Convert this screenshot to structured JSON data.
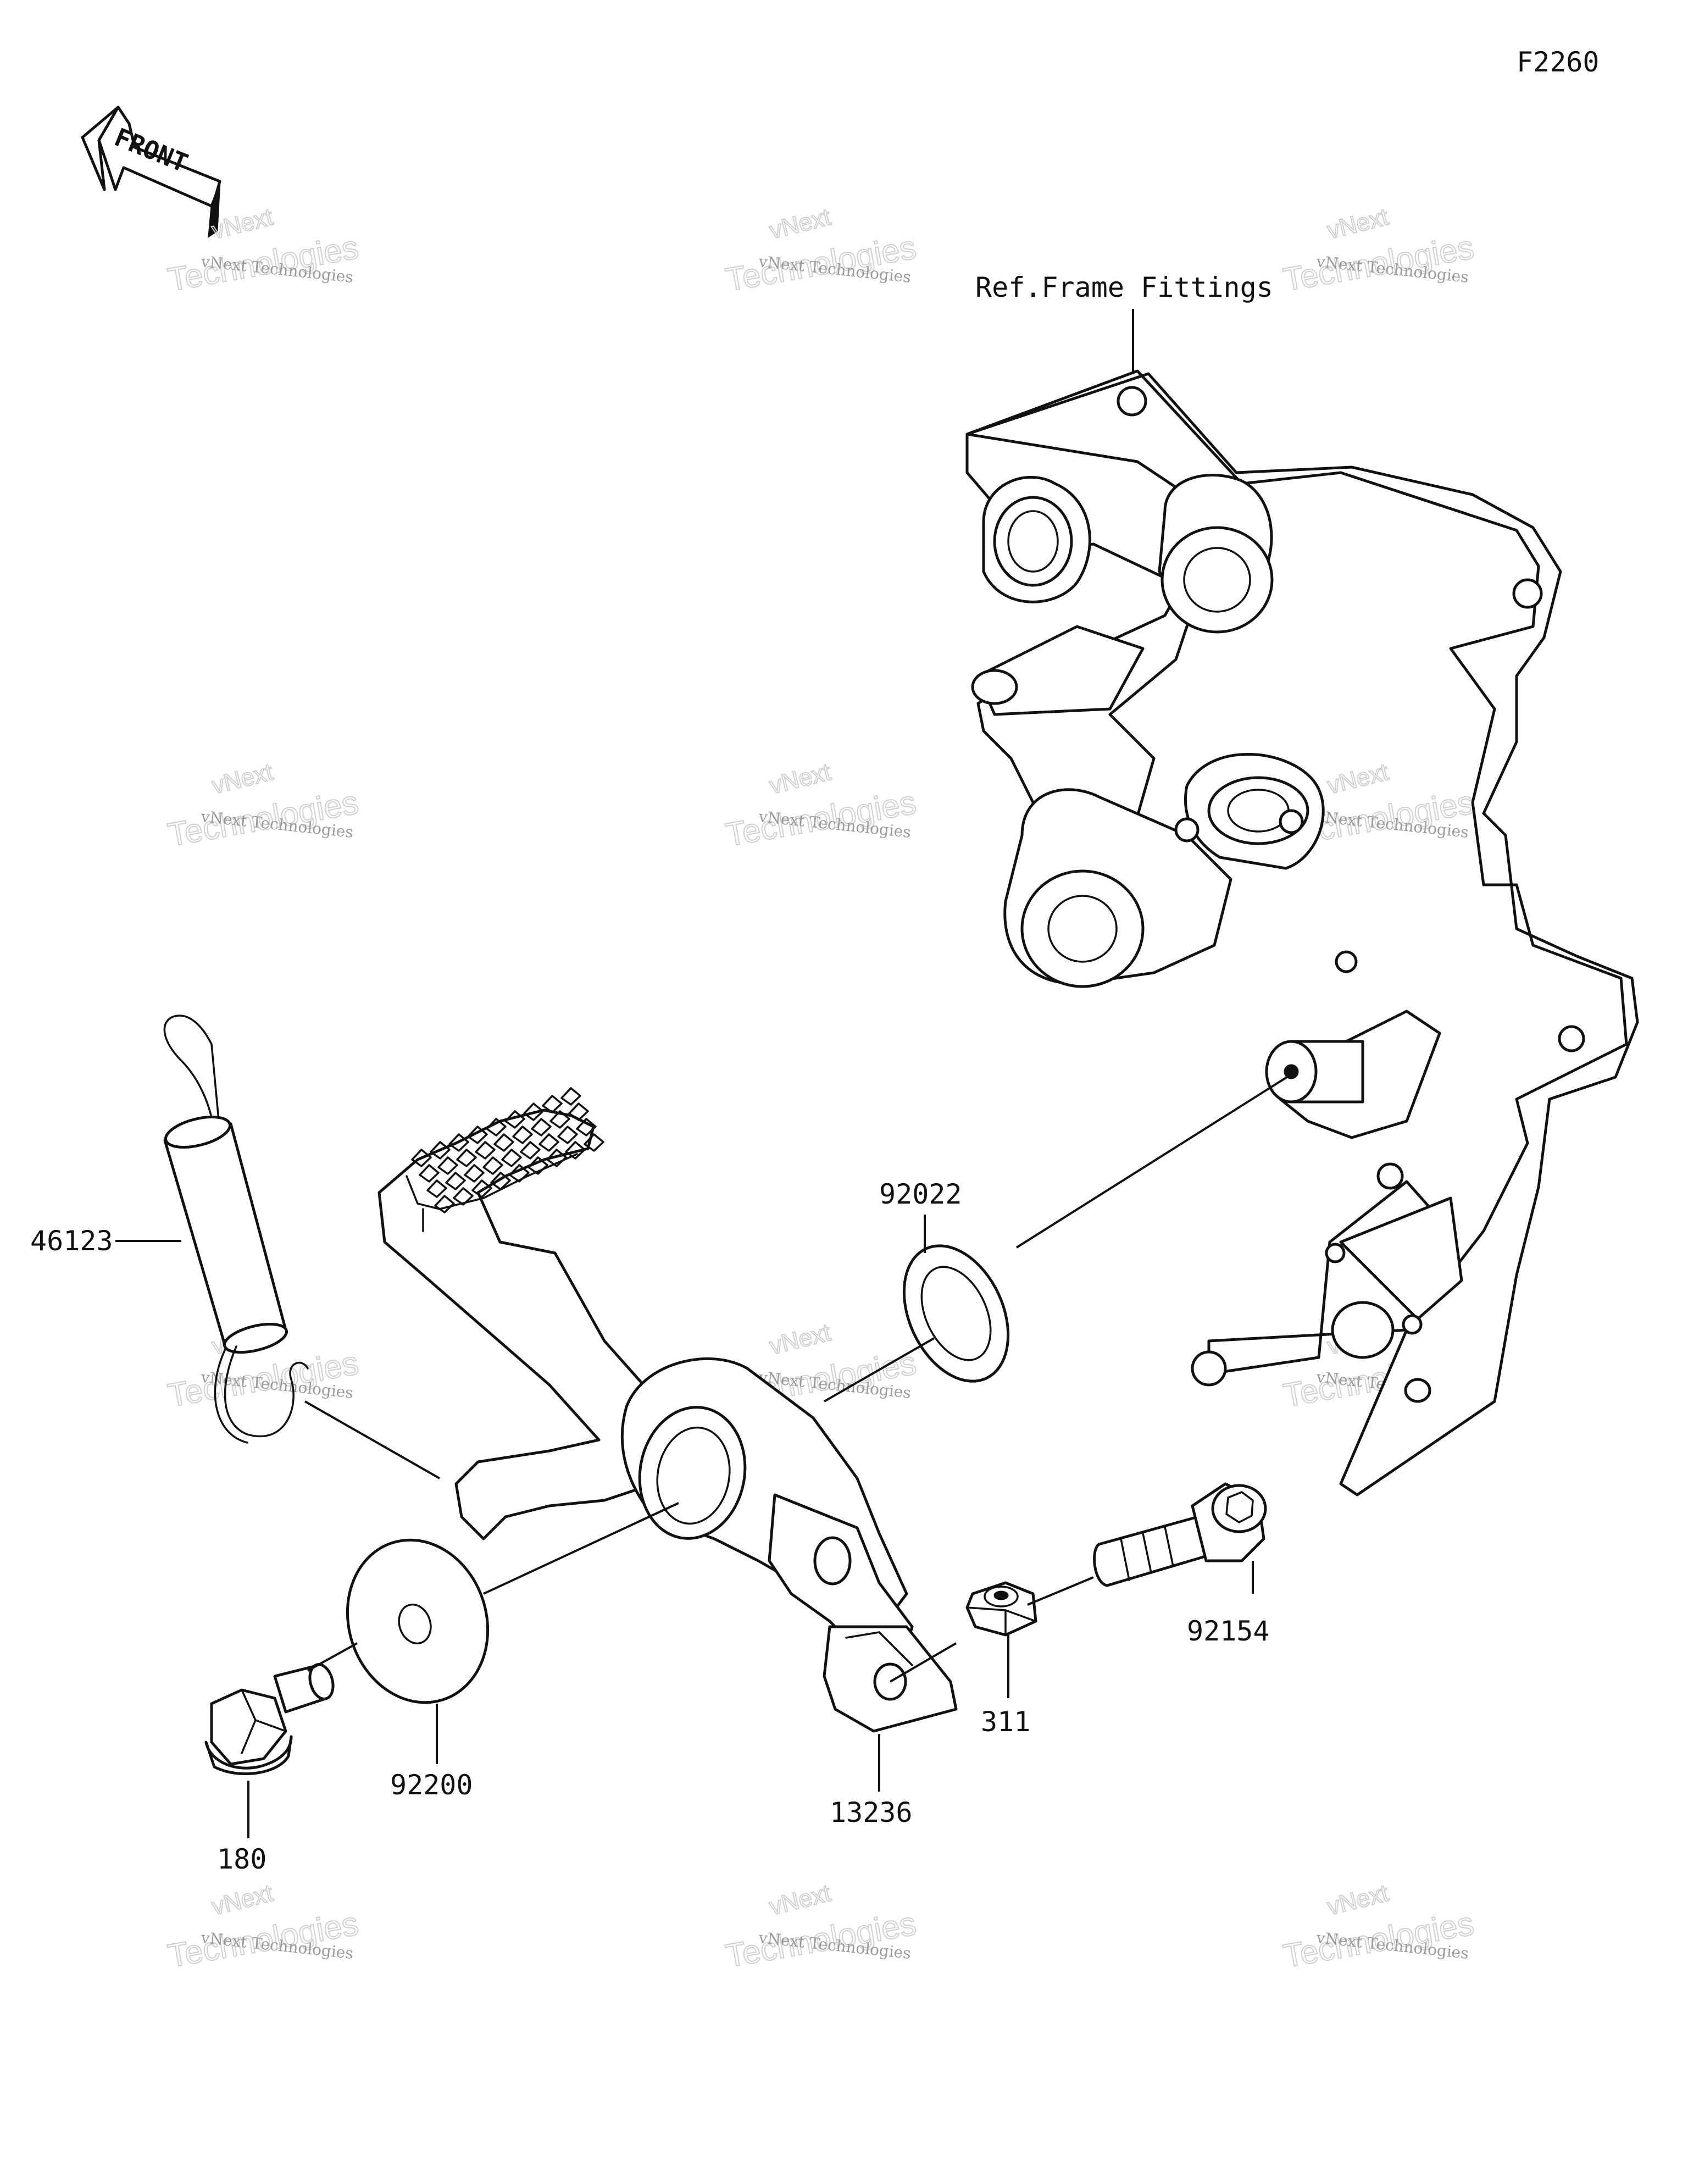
{
  "figure_code": "F2260",
  "front_arrow": {
    "label": "FRONT",
    "icon": "front-direction-arrow-icon"
  },
  "reference_note": "Ref.Frame Fittings",
  "parts": [
    {
      "id": "p46123",
      "number": "46123",
      "name_icon": "spring-icon"
    },
    {
      "id": "p92022",
      "number": "92022",
      "name_icon": "washer-icon"
    },
    {
      "id": "p92154",
      "number": "92154",
      "name_icon": "bolt-icon"
    },
    {
      "id": "p311",
      "number": "311",
      "name_icon": "nut-icon"
    },
    {
      "id": "p13236",
      "number": "13236",
      "name_icon": "lever-icon"
    },
    {
      "id": "p92200",
      "number": "92200",
      "name_icon": "washer-icon"
    },
    {
      "id": "p180",
      "number": "180",
      "name_icon": "flange-bolt-icon"
    }
  ],
  "watermark": {
    "line1": "vNext Technologies",
    "line2": "Technologies",
    "line3": "vNext"
  }
}
